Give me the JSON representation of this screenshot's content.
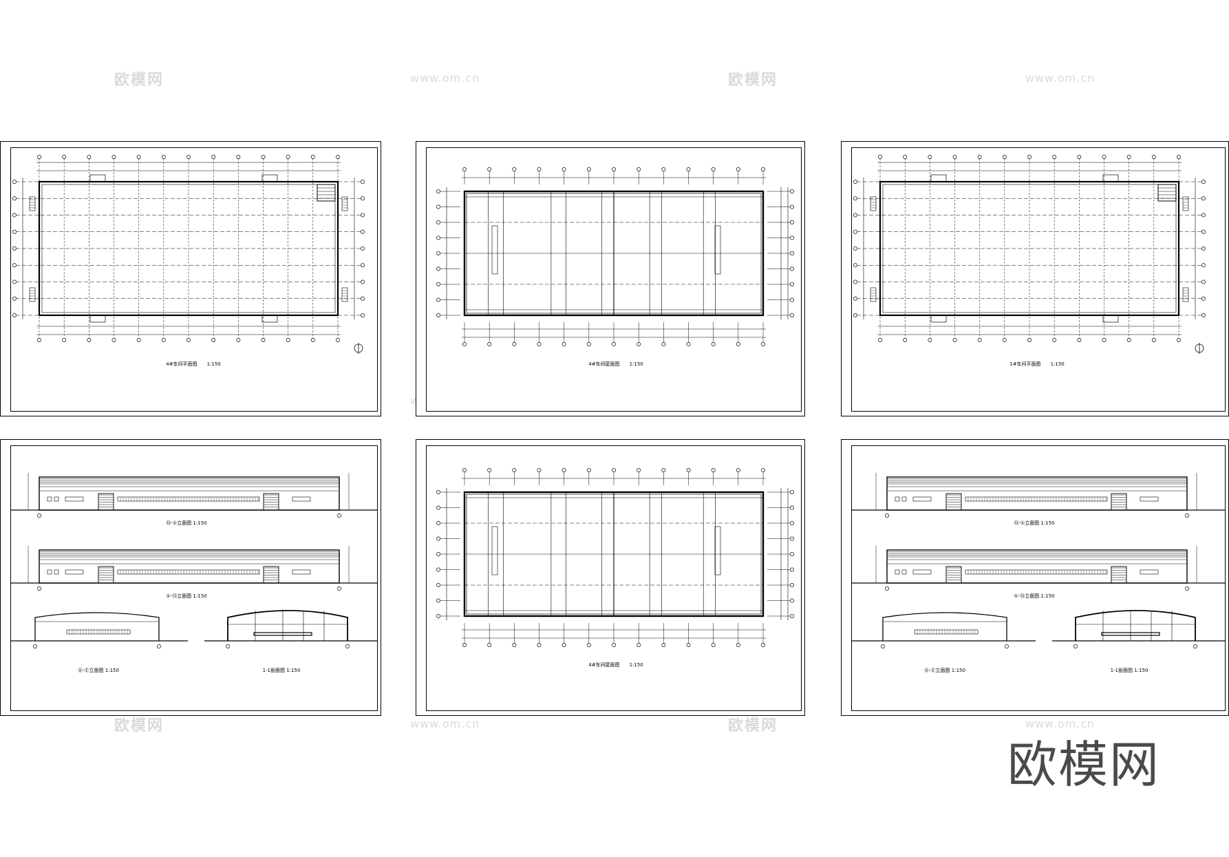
{
  "sheets": [
    {
      "caption": "4#车间平面图",
      "scale": "1:150"
    },
    {
      "caption": "4#车间屋面图",
      "scale": "1:150"
    },
    {
      "caption": "1#车间平面图",
      "scale": "1:150"
    },
    {
      "captions": [
        "⑬-①立面图 1:150",
        "①-⑬立面图 1:150",
        "Ⓐ-Ⓔ立面图 1:150",
        "1-1剖面图 1:150"
      ]
    },
    {
      "caption": "4#车间屋面图",
      "scale": "1:150"
    },
    {
      "captions": [
        "⑬-①立面图 1:150",
        "①-⑬立面图 1:150",
        "Ⓐ-Ⓔ立面图 1:150",
        "1-1剖面图 1:150"
      ]
    }
  ],
  "watermark": {
    "brand": "欧模网",
    "url": "www.om.cn"
  },
  "logo": "欧模网"
}
